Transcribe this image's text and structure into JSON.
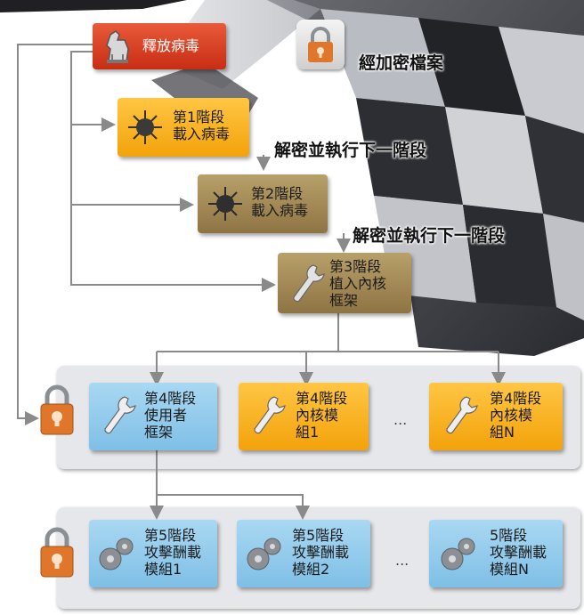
{
  "legend": {
    "encrypted_label": "經加密檔案"
  },
  "top_nodes": {
    "release": {
      "label": "釋放病毒"
    },
    "stage1": {
      "label": "第1階段\n載入病毒"
    },
    "stage2": {
      "label": "第2階段\n載入病毒"
    },
    "stage3": {
      "label": "第3階段\n植入內核\n框架"
    }
  },
  "edge_labels": {
    "decrypt_1": "解密並執行下一階段",
    "decrypt_2": "解密並執行下一階段"
  },
  "panel4": {
    "modules": [
      {
        "label": "第4階段\n使用者\n框架",
        "color": "blue"
      },
      {
        "label": "第4階段\n內核模\n組1",
        "color": "orange"
      },
      {
        "label": "第4階段\n內核模\n組N",
        "color": "orange"
      }
    ],
    "ellipsis": "..."
  },
  "panel5": {
    "modules": [
      {
        "label": "第5階段\n攻擊酬載\n模組1",
        "color": "blue"
      },
      {
        "label": "第5階段\n攻擊酬載\n模組2",
        "color": "blue"
      },
      {
        "label": "5階段\n攻擊酬載\n模組N",
        "color": "blue"
      }
    ],
    "ellipsis": "..."
  },
  "colors": {
    "red": "#d8401f",
    "orange": "#f7b32b",
    "tan": "#a08758",
    "blue": "#93cbed",
    "panel": "#e6e7ea",
    "arrow": "#8a8a8a",
    "lock_body": "#e0762a"
  }
}
